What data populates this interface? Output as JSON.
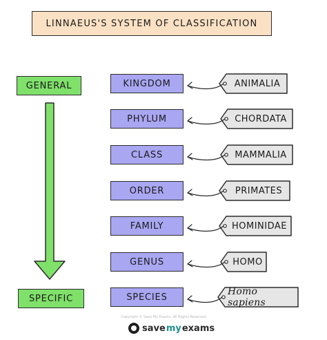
{
  "title": "LINNAEUS'S SYSTEM OF CLASSIFICATION",
  "scale": {
    "top_label": "GENERAL",
    "bottom_label": "SPECIFIC"
  },
  "ranks": [
    {
      "rank": "KINGDOM",
      "example": "ANIMALIA"
    },
    {
      "rank": "PHYLUM",
      "example": "CHORDATA"
    },
    {
      "rank": "CLASS",
      "example": "MAMMALIA"
    },
    {
      "rank": "ORDER",
      "example": "PRIMATES"
    },
    {
      "rank": "FAMILY",
      "example": "HOMINIDAE"
    },
    {
      "rank": "GENUS",
      "example": "HOMO"
    },
    {
      "rank": "SPECIES",
      "example": "Homo sapiens"
    }
  ],
  "footer": {
    "copyright": "Copyright © Save My Exams. All Rights Reserved",
    "brand_prefix": "save",
    "brand_suffix": "my",
    "brand_end": "exams"
  },
  "colors": {
    "title_bg": "#fbe1c4",
    "green": "#7fe06a",
    "rank_bg": "#a9a7f2",
    "tag_bg": "#e6e6e6",
    "outline": "#2b2b2b"
  }
}
